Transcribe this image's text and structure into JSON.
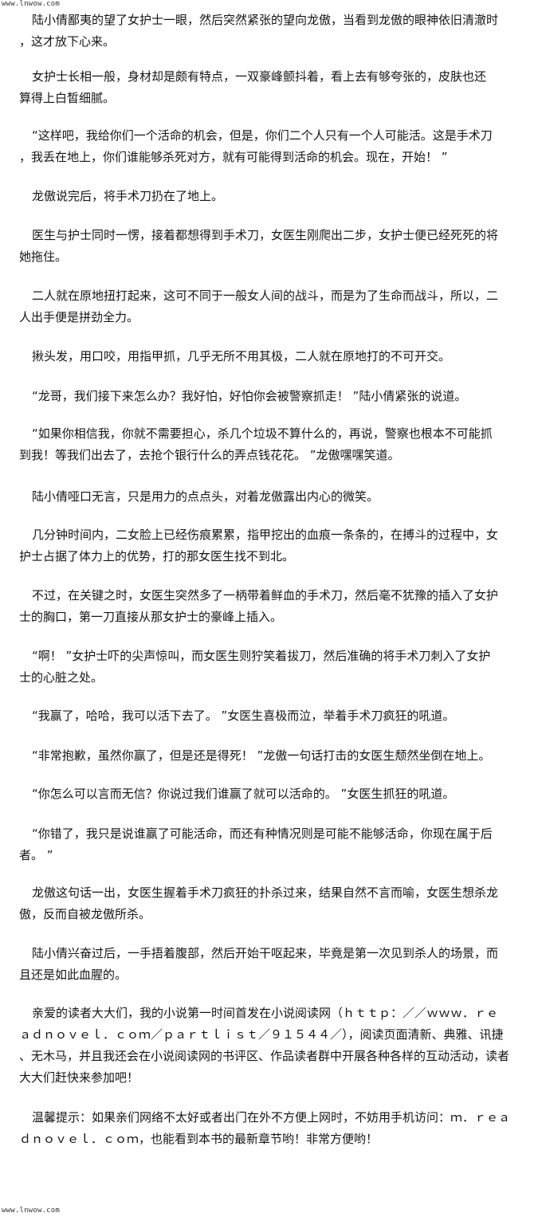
{
  "watermark_top": "www.lnwow.com",
  "watermark_bottom": "www.lnwow.com",
  "paragraphs": [
    {
      "lines": [
        "陆小倩鄙夷的望了女护士一眼，然后突然紧张的望向龙傲，当看到龙傲的眼神依旧清澈时",
        "，这才放下心来。"
      ]
    },
    {
      "lines": [
        "   女护士长相一般，身材却是颇有特点，一双豪峰颤抖着，看上去有够夸张的，皮肤也还",
        "算得上白皙细腻。"
      ]
    },
    {
      "lines": [
        "“这样吧，我给你们一个活命的机会，但是，你们二个人只有一个人可能活。这是手术刀",
        "，我丢在地上，你们谁能够杀死对方，就有可能得到活命的机会。现在，开始！ ”"
      ]
    },
    {
      "lines": [
        "龙傲说完后，将手术刀扔在了地上。"
      ]
    },
    {
      "lines": [
        "医生与护士同时一愣，接着都想得到手术刀，女医生刚爬出二步，女护士便已经死死的将",
        "她拖住。"
      ]
    },
    {
      "lines": [
        "二人就在原地扭打起来，这可不同于一般女人间的战斗，而是为了生命而战斗，所以，二",
        "人出手便是拼劲全力。"
      ]
    },
    {
      "lines": [
        "揪头发，用口咬，用指甲抓，几乎无所不用其极，二人就在原地打的不可开交。"
      ]
    },
    {
      "lines": [
        "“龙哥，我们接下来怎么办？我好怕，好怕你会被警察抓走！ ”陆小倩紧张的说道。"
      ]
    },
    {
      "lines": [
        "“如果你相信我，你就不需要担心，杀几个垃圾不算什么的，再说，警察也根本不可能抓",
        "到我！等我们出去了，去抢个银行什么的弄点钱花花。 ”龙傲嘿嘿笑道。"
      ]
    },
    {
      "lines": [
        "陆小倩哑口无言，只是用力的点点头，对着龙傲露出内心的微笑。"
      ]
    },
    {
      "lines": [
        "几分钟时间内，二女脸上已经伤痕累累，指甲挖出的血痕一条条的，在搏斗的过程中，女",
        "护士占据了体力上的优势，打的那女医生找不到北。"
      ]
    },
    {
      "lines": [
        "不过，在关键之时，女医生突然多了一柄带着鲜血的手术刀，然后毫不犹豫的插入了女护",
        "士的胸口，第一刀直接从那女护士的豪峰上插入。"
      ]
    },
    {
      "lines": [
        "“啊！ ”女护士吓的尖声惊叫，而女医生则狞笑着拔刀，然后准确的将手术刀刺入了女护",
        "士的心脏之处。"
      ]
    },
    {
      "lines": [
        "“我赢了，哈哈，我可以活下去了。 ”女医生喜极而泣，举着手术刀疯狂的吼道。"
      ]
    },
    {
      "lines": [
        "“非常抱歉，虽然你赢了，但是还是得死！ ”龙傲一句话打击的女医生颓然坐倒在地上。"
      ]
    },
    {
      "lines": [
        "“你怎么可以言而无信？你说过我们谁赢了就可以活命的。 ”女医生抓狂的吼道。"
      ]
    },
    {
      "lines": [
        "“你错了，我只是说谁赢了可能活命，而还有种情况则是可能不能够活命，你现在属于后",
        "者。 ”"
      ]
    },
    {
      "lines": [
        "龙傲这句话一出，女医生握着手术刀疯狂的扑杀过来，结果自然不言而喻，女医生想杀龙",
        "傲，反而自被龙傲所杀。"
      ]
    },
    {
      "lines": [
        "陆小倩兴奋过后，一手捂着腹部，然后开始干呕起来，毕竟是第一次见到杀人的场景，而",
        "且还是如此血腥的。"
      ]
    },
    {
      "lines": [
        "亲爱的读者大大们，我的小说第一时间首发在小说阅读网（ｈｔｔｐ：／／ｗｗｗ．ｒｅ",
        "ａｄｎｏｖｅｌ．ｃｏｍ／ｐａｒｔｌｉｓｔ／９１５４４／），阅读页面清新、典雅、讯捷",
        "、无木马，并且我还会在小说阅读网的书评区、作品读者群中开展各种各样的互动活动，读者",
        "大大们赶快来参加吧！"
      ]
    },
    {
      "lines": [
        "温馨提示：如果亲们网络不太好或者出门在外不方便上网时，不妨用手机访问：ｍ．ｒｅａ",
        "ｄｎｏｖｅｌ．ｃｏｍ，也能看到本书的最新章节哟！非常方便哟！"
      ]
    }
  ]
}
